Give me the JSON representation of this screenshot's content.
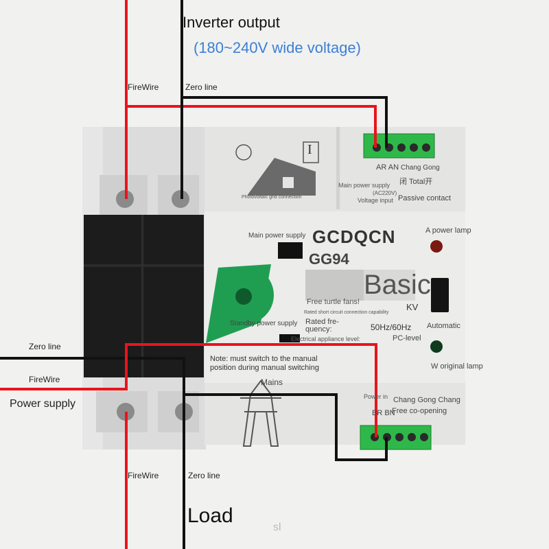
{
  "header": {
    "title": "Inverter output",
    "subtitle": "(180~240V wide voltage)"
  },
  "wire_labels": {
    "top_firewire": "FireWire",
    "top_zero_line": "Zero line",
    "left_zero_line": "Zero line",
    "left_firewire": "FireWire",
    "power_supply": "Power supply",
    "bottom_firewire": "FireWire",
    "bottom_zero_line": "Zero line",
    "load": "Load"
  },
  "device": {
    "brand": "GCDQCN",
    "model": "GG94",
    "basic_overlay": "Basic",
    "roman_one": "I",
    "photovoltaic": "Photovoltaic grid connection",
    "ar_an": "AR AN",
    "main_power_supply_a": "Main power supply",
    "voltage_input": "(AC220V)",
    "voltage_input_label": "Voltage input",
    "chang_gong": "Chang Gong",
    "total": "闭 Total开",
    "passive_contact": "Passive contact",
    "main_power_supply_b": "Main power supply",
    "a_power_lamp": "A power lamp",
    "free_turtle": "Free turtle fans!",
    "rated_short": "Rated short circuit connection capability",
    "kv": "KV",
    "standby_power": "Standby power supply",
    "rated_freq": "Rated fre-\nquency:",
    "hz": "50Hz/60Hz",
    "automatic": "Automatic",
    "appliance_level": "Electrical appliance level:",
    "pc_level": "PC-level",
    "note": "Note: must switch to the manual\nposition during manual switching",
    "w_lamp": "W original lamp",
    "mains": "Mains",
    "power_in": "Power in",
    "chang_gong_chang": "Chang Gong Chang",
    "br_bn": "BR BN",
    "free_co": "Free co-opening",
    "watermark": "sl"
  },
  "colors": {
    "live_wire": "#e8141c",
    "neutral_wire": "#111111",
    "subtitle": "#3b7fd6",
    "terminal_green": "#2fb84a",
    "handle_green": "#1f9e52",
    "lamp_red": "#7a1a12",
    "lamp_green": "#0f3a1c"
  }
}
